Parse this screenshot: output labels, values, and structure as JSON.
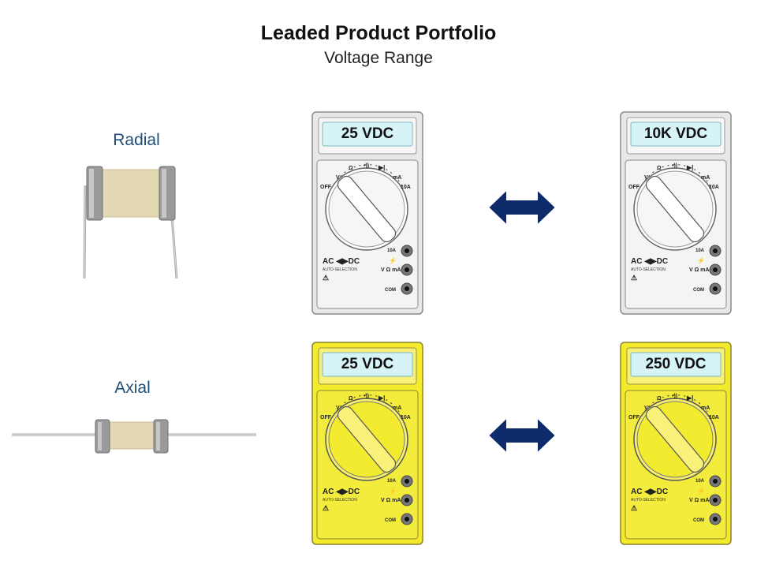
{
  "header": {
    "title": "Leaded Product Portfolio",
    "subtitle": "Voltage Range"
  },
  "rows": [
    {
      "label": "Radial",
      "low": "25 VDC",
      "high": "10K VDC",
      "meter_color": "#e8e8e8"
    },
    {
      "label": "Axial",
      "low": "25 VDC",
      "high": "250 VDC",
      "meter_color": "#f2ea2a"
    }
  ],
  "meter_labels": {
    "off": "OFF",
    "v": "V",
    "ohm": "Ω",
    "ma": "mA",
    "amp10": "10A",
    "acdc": "AC ◀▶DC",
    "auto": "AUTO-SELECTION",
    "jack_10a": "10A",
    "jack_vma": "V Ω mA",
    "jack_com": "COM"
  },
  "colors": {
    "label_blue": "#1f4e79",
    "arrow_navy": "#0d2a6b",
    "display_cyan": "#d6f3f6"
  }
}
